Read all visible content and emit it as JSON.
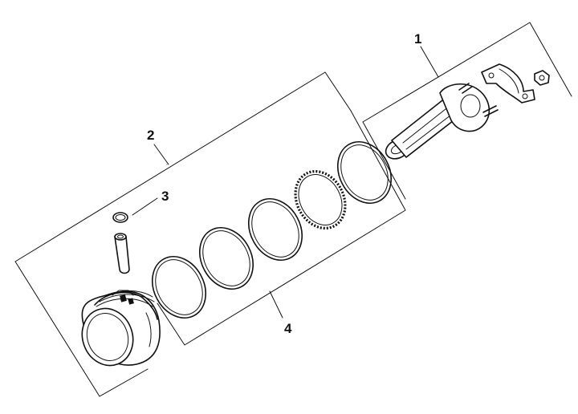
{
  "diagram": {
    "callouts": [
      {
        "id": "1",
        "label": "1"
      },
      {
        "id": "2",
        "label": "2"
      },
      {
        "id": "3",
        "label": "3"
      },
      {
        "id": "4",
        "label": "4"
      }
    ],
    "parts": [
      {
        "id": "connecting-rod-assembly",
        "callout": "1"
      },
      {
        "id": "piston-assembly",
        "callout": "2"
      },
      {
        "id": "piston-pin-retainer",
        "callout": "3"
      },
      {
        "id": "piston-ring-set",
        "callout": "4"
      }
    ],
    "colors": {
      "ink": "#111111",
      "background": "#ffffff"
    }
  }
}
